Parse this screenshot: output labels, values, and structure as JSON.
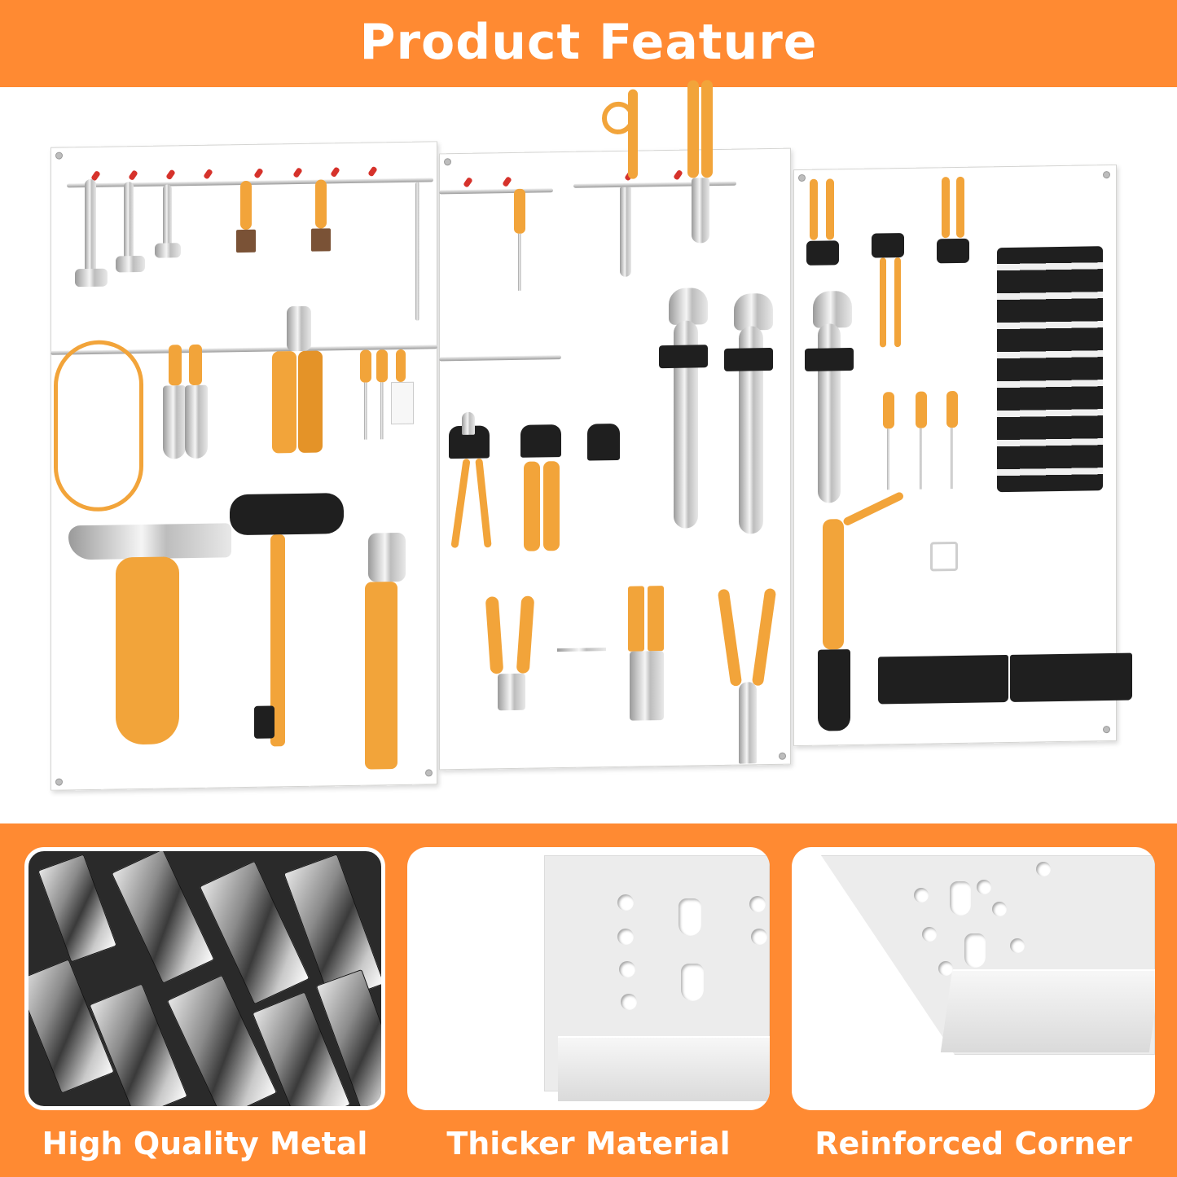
{
  "header": {
    "title": "Product Feature",
    "background_color": "#FF8A32",
    "text_color": "#FFFFFF"
  },
  "hero": {
    "description": "Three white pegboard panels mounted side by side holding hand tools with orange handles",
    "panels": [
      {
        "name": "left",
        "tools": [
          "adjustable wrenches",
          "paint brushes",
          "coiled cable",
          "trowels",
          "pliers",
          "screwdrivers",
          "scraper",
          "claw hammer",
          "rubber mallet",
          "pipe wrench"
        ]
      },
      {
        "name": "center",
        "tools": [
          "screwdriver",
          "scissors",
          "pliers",
          "adjustable wrenches",
          "cutters",
          "locking pliers",
          "needle-nose pliers"
        ]
      },
      {
        "name": "right",
        "tools": [
          "pliers",
          "adjustable wrench",
          "screwdrivers",
          "combination wrench set",
          "caulking gun",
          "socket trays"
        ]
      }
    ],
    "accent_colors": {
      "handle_orange": "#F2A43A",
      "board_white": "#E9E9E7",
      "holder_black": "#1F1F1F",
      "peg_tip_red": "#D6322B"
    }
  },
  "features": [
    {
      "label": "High Quality Metal",
      "image": "stacked steel square bars"
    },
    {
      "label": "Thicker Material",
      "image": "pegboard edge close-up"
    },
    {
      "label": "Reinforced Corner",
      "image": "pegboard corner close-up"
    }
  ],
  "band": {
    "background_color": "#FF8A32"
  }
}
